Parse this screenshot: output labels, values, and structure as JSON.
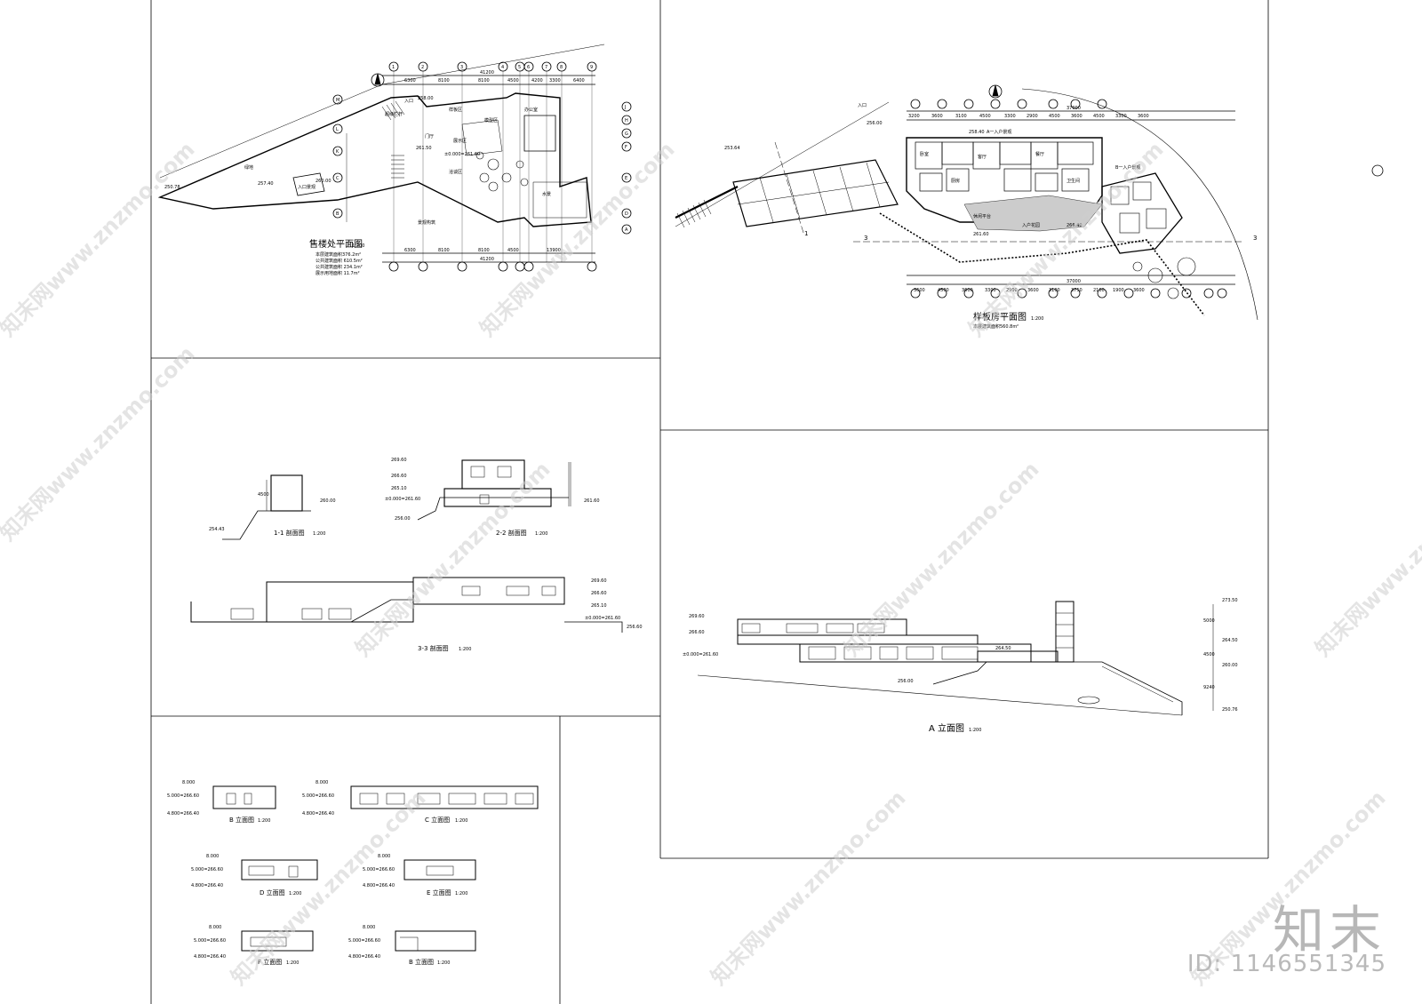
{
  "sales_plan": {
    "title": "售楼处平面图",
    "scale": "1:200",
    "notes": [
      "本层建筑面积376.2m²",
      "公共建筑面积 610.5m²",
      "公共建筑面积 234.1m²",
      "展示用地面积 11.7m²"
    ],
    "dims_top": [
      "6300",
      "8100",
      "8100",
      "4500",
      "4200",
      "3300",
      "6400"
    ],
    "total_top": "41200",
    "dims_bottom": [
      "6300",
      "8100",
      "8100",
      "4500",
      "13900"
    ],
    "total_bottom": "41200",
    "axes_top": [
      "1",
      "2",
      "3",
      "4",
      "5",
      "6",
      "7",
      "8",
      "9"
    ],
    "axes_side": [
      "M",
      "L",
      "K",
      "J",
      "H",
      "G",
      "F",
      "E",
      "D",
      "C",
      "B",
      "A"
    ],
    "rooms": [
      "入口",
      "样板区",
      "展示区",
      "模型区",
      "洽谈区",
      "办公室",
      "门厅",
      "超级栏杆",
      "水景",
      "入口景观",
      "景观构筑",
      "绿地"
    ],
    "levels": [
      "258.00",
      "261.50",
      "±0.000=261.60",
      "260.00",
      "250.78",
      "257.40"
    ]
  },
  "model_plan": {
    "title": "样板房平面图",
    "scale": "1:200",
    "note": "本层建筑面积560.8m²",
    "dims_top": [
      "3200",
      "3600",
      "3100",
      "4500",
      "3300",
      "2900",
      "4500",
      "3600",
      "4500",
      "3300",
      "3600"
    ],
    "total_top": "37000",
    "dims_bottom": [
      "3600",
      "4500",
      "3600",
      "3300",
      "2900",
      "3600",
      "3100",
      "3750",
      "2100",
      "1900",
      "3600"
    ],
    "total_bottom": "37000",
    "rooms": [
      "入口",
      "A一入户景观",
      "卧室",
      "客厅",
      "餐厅",
      "厨房",
      "卫生间",
      "休闲平台",
      "入户花园",
      "B一入户景观"
    ],
    "levels": [
      "253.64",
      "256.00",
      "258.40",
      "266.40",
      "261.60"
    ],
    "section_marks": [
      "1",
      "3"
    ]
  },
  "sections": [
    {
      "title": "1-1 剖面图",
      "scale": "1:200",
      "levels": [
        "4500",
        "260.00",
        "254.43"
      ]
    },
    {
      "title": "2-2 剖面图",
      "scale": "1:200",
      "levels": [
        "269.60",
        "266.60",
        "265.10",
        "±0.000=261.60",
        "256.00",
        "261.60"
      ]
    },
    {
      "title": "3-3 剖面图",
      "scale": "1:200",
      "levels": [
        "269.60",
        "266.60",
        "265.10",
        "±0.000=261.60",
        "256.60"
      ]
    }
  ],
  "elevation_a": {
    "title": "A 立面图",
    "scale": "1:200",
    "levels_left": [
      "269.60",
      "266.60",
      "±0.000=261.60",
      "256.00"
    ],
    "levels_right": [
      "273.50",
      "264.50",
      "260.00",
      "250.76"
    ],
    "dims_right": [
      "5000",
      "4500",
      "9240"
    ],
    "mid_level": "264.50"
  },
  "small_elevations": [
    {
      "title": "B 立面图",
      "scale": "1:200",
      "levels": [
        "8.000",
        "5.000=266.60",
        "4.800=266.40"
      ]
    },
    {
      "title": "C 立面图",
      "scale": "1:200",
      "levels": [
        "8.000",
        "5.000=266.60",
        "4.800=266.40"
      ]
    },
    {
      "title": "D 立面图",
      "scale": "1:200",
      "levels": [
        "8.000",
        "5.000=266.60",
        "4.800=266.40"
      ]
    },
    {
      "title": "E 立面图",
      "scale": "1:200",
      "levels": [
        "8.000",
        "5.000=266.60",
        "4.800=266.40"
      ]
    },
    {
      "title": "F 立面图",
      "scale": "1:200",
      "levels": [
        "8.000",
        "5.000=266.60",
        "4.800=266.40"
      ]
    },
    {
      "title": "B 立面图",
      "scale": "1:200",
      "levels": [
        "8.000",
        "5.000=266.60",
        "4.800=266.40"
      ]
    }
  ],
  "watermark": {
    "text": "知末网www.znzmo.com"
  },
  "brand": {
    "name": "知末",
    "id": "ID: 1146551345"
  }
}
